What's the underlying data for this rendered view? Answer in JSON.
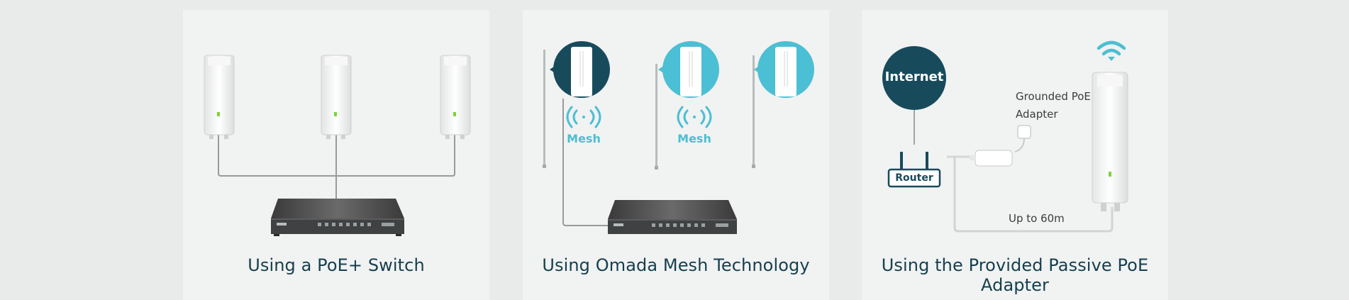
{
  "panels": [
    {
      "caption": "Using a PoE+ Switch"
    },
    {
      "caption": "Using Omada Mesh Technology",
      "mesh_label": "Mesh"
    },
    {
      "caption": "Using the Provided Passive PoE Adapter",
      "internet_label": "Internet",
      "router_label": "Router",
      "adapter_label_line1": "Grounded PoE",
      "adapter_label_line2": "Adapter",
      "distance_label": "Up to 60m"
    }
  ],
  "colors": {
    "background": "#e9ebeb",
    "panel": "#f1f2f2",
    "caption_text": "#16404f",
    "mesh_accent": "#4bbfd3",
    "dark_teal": "#174b5c",
    "cable": "#9a9a9a"
  }
}
